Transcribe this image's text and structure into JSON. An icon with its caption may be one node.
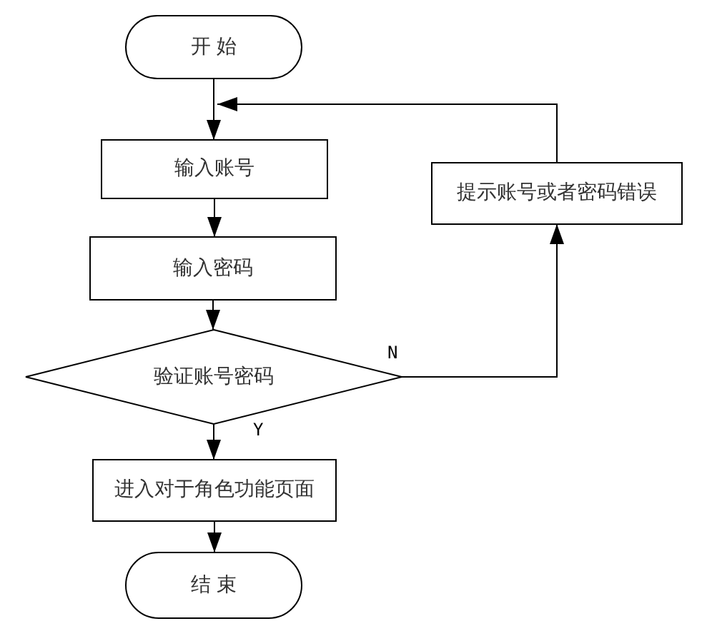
{
  "diagram": {
    "nodes": [
      {
        "text": [
          "开 始"
        ]
      },
      {
        "text": [
          "输入账号"
        ]
      },
      {
        "text": [
          "输入密码"
        ]
      },
      {
        "text": [
          "验证账号密码"
        ]
      },
      {
        "text": [
          "提示账号或者密码错误"
        ]
      },
      {
        "text": [
          "进入对于角色功能页面"
        ]
      },
      {
        "text": [
          "结 束"
        ]
      }
    ],
    "edges": [
      {
        "from": 0,
        "to": 1,
        "arrow": "to"
      },
      {
        "from": 1,
        "to": 2,
        "arrow": "to"
      },
      {
        "from": 2,
        "to": 3,
        "arrow": "to"
      },
      {
        "from": 3,
        "to": 4,
        "arrow": "to",
        "label": "N"
      },
      {
        "from": 4,
        "to": 1,
        "arrow": "to"
      },
      {
        "from": 3,
        "to": 5,
        "arrow": "to",
        "label": "Y"
      },
      {
        "from": 5,
        "to": 6,
        "arrow": "to"
      }
    ]
  }
}
